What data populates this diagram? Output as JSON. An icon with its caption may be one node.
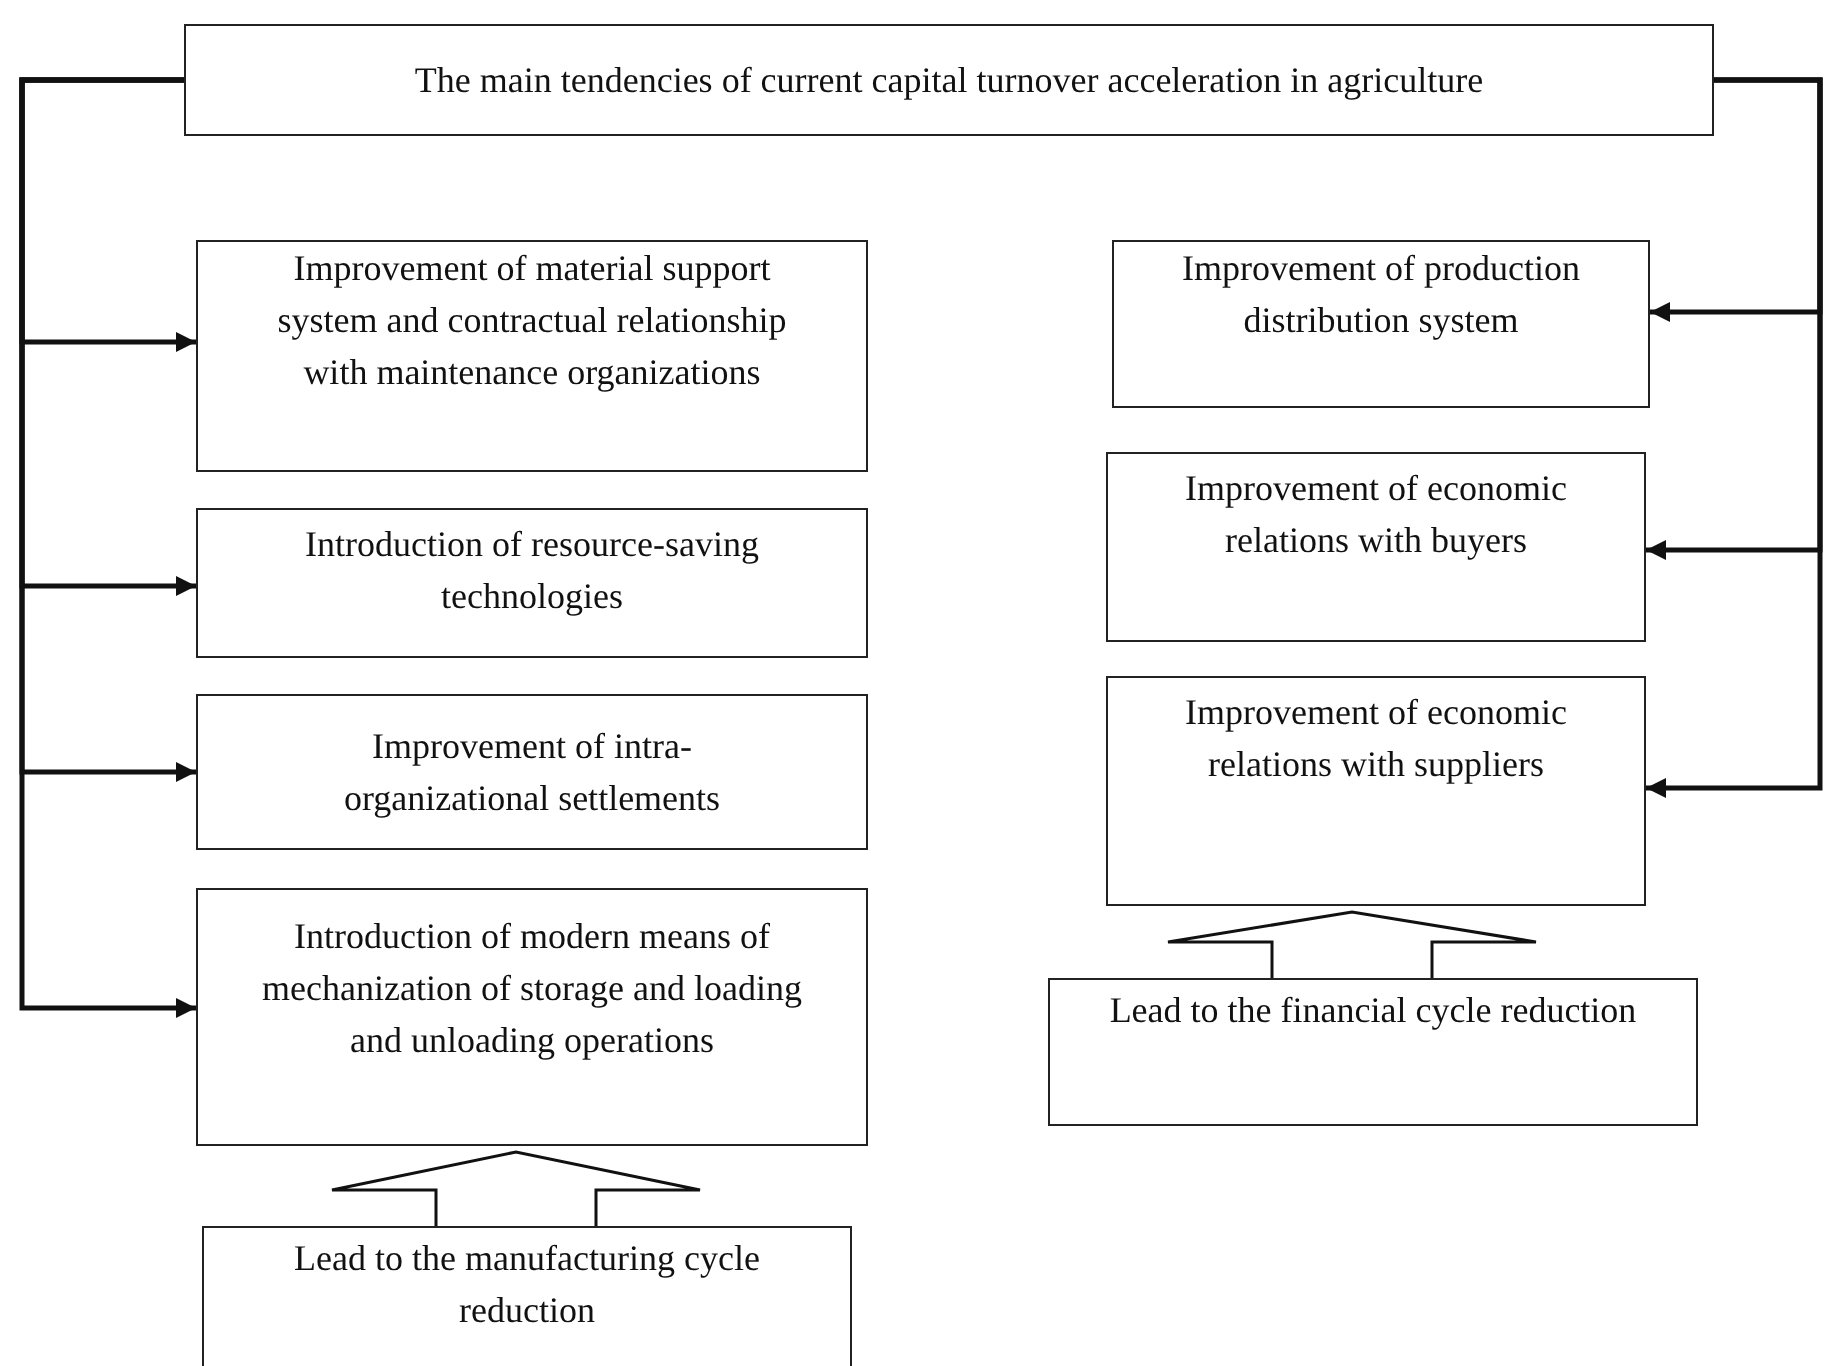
{
  "diagram": {
    "nodes": [
      {
        "text": [
          "The main tendencies of current capital turnover acceleration in agriculture"
        ]
      },
      {
        "text": [
          "Improvement of material support system and contractual relationship with maintenance organizations"
        ]
      },
      {
        "text": [
          "Introduction of resource-saving technologies"
        ]
      },
      {
        "text": [
          "Improvement of intra-organizational settlements"
        ]
      },
      {
        "text": [
          "Introduction of modern means of mechanization of storage and loading and unloading operations"
        ]
      },
      {
        "text": [
          "Improvement of production distribution system"
        ]
      },
      {
        "text": [
          "Improvement of economic relations with buyers"
        ]
      },
      {
        "text": [
          "Improvement of economic relations with suppliers"
        ]
      },
      {
        "text": [
          "Lead to the manufacturing cycle reduction"
        ]
      },
      {
        "text": [
          "Lead to the financial cycle reduction"
        ]
      }
    ],
    "edges": [
      {
        "from": 0,
        "to": 1,
        "arrow": "to"
      },
      {
        "from": 0,
        "to": 2,
        "arrow": "to"
      },
      {
        "from": 0,
        "to": 3,
        "arrow": "to"
      },
      {
        "from": 0,
        "to": 4,
        "arrow": "to"
      },
      {
        "from": 0,
        "to": 5,
        "arrow": "to"
      },
      {
        "from": 0,
        "to": 6,
        "arrow": "to"
      },
      {
        "from": 0,
        "to": 7,
        "arrow": "to"
      },
      {
        "from": 8,
        "to": 4,
        "arrow": "to",
        "style": "thick"
      },
      {
        "from": 9,
        "to": 7,
        "arrow": "to",
        "style": "thick"
      }
    ]
  }
}
